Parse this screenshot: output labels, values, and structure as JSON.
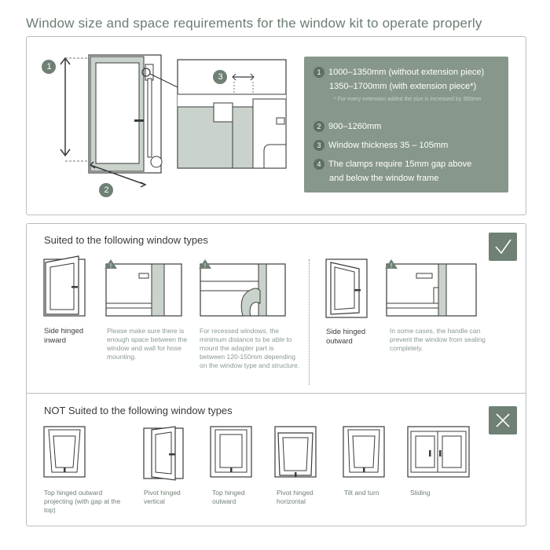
{
  "title": "Window size and space requirements for the window kit to operate properly",
  "specs": {
    "item1_num": "1",
    "item1_line1": "1000–1350mm (without extension piece)",
    "item1_line2": "1350–1700mm (with extension piece*)",
    "item1_note": "* For every extension added the size is increased by 350mm",
    "item2_num": "2",
    "item2": "900–1260mm",
    "item3_num": "3",
    "item3": "Window thickness 35 – 105mm",
    "item4_num": "4",
    "item4_line1": "The clamps require 15mm gap above",
    "item4_line2": "and below the window frame"
  },
  "diagram_labels": {
    "n1": "1",
    "n2": "2",
    "n3": "3"
  },
  "suited": {
    "title": "Suited to the following window types",
    "side_inward_l1": "Side hinged",
    "side_inward_l2": "inward",
    "note_space": "Please make sure there is enough space between the window and wall for hose mounting.",
    "note_recessed": "For recessed windows, the minimum distance to be able to mount the adapter part is between 120-150mm depending on the window type and structure.",
    "side_outward_l1": "Side hinged",
    "side_outward_l2": "outward",
    "note_handle": "In some cases, the handle can prevent the window from sealing completely."
  },
  "not_suited": {
    "title": "NOT Suited to the following window types",
    "types": [
      "Top hinged outward projecting (with gap at the top)",
      "Pivot hinged vertical",
      "Top hinged outward",
      "Pivot hinged horizontal",
      "Tilt and turn",
      "Sliding"
    ]
  },
  "colors": {
    "accent": "#6f8074",
    "panel_green": "#87978b",
    "light_green": "#c9d3cb",
    "title": "#6b7d70"
  }
}
